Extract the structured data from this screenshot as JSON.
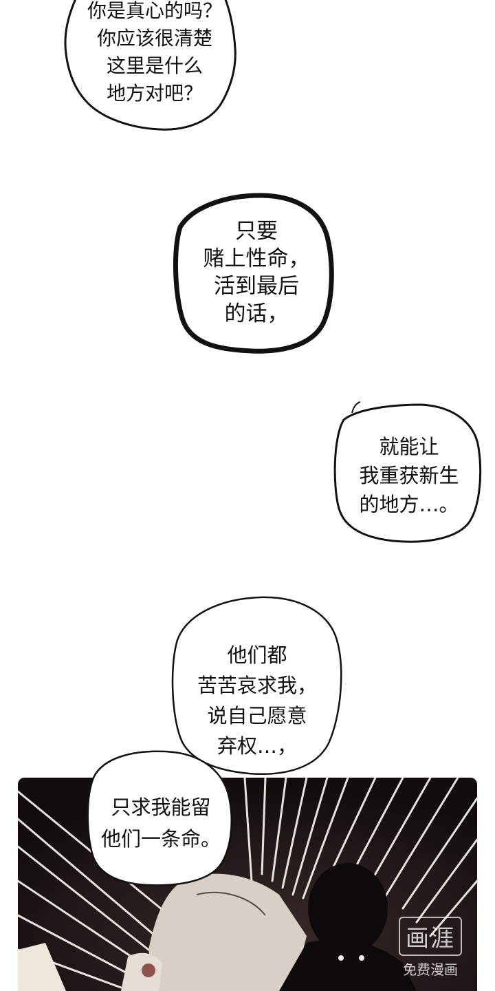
{
  "bubbles": [
    {
      "lines": [
        "你是真心的吗？",
        "你应该很清楚",
        "这里是什么",
        "地方对吧？"
      ]
    },
    {
      "lines": [
        "只要",
        "赌上性命，",
        "活到最后",
        "的话，"
      ]
    },
    {
      "lines": [
        "就能让",
        "我重获新生",
        "的地方…。"
      ]
    },
    {
      "lines": [
        "他们都",
        "苦苦哀求我，",
        "说自己愿意",
        "弃权…，"
      ]
    },
    {
      "lines": [
        "只求我能留",
        "他们一条命。"
      ]
    }
  ],
  "watermark": {
    "logo": "画涯",
    "sub": "免费漫画"
  },
  "colors": {
    "bubble_fill": "#ffffff",
    "ink": "#111111",
    "panel_bg": "#1a1414",
    "blood": "#7a2f2a"
  }
}
